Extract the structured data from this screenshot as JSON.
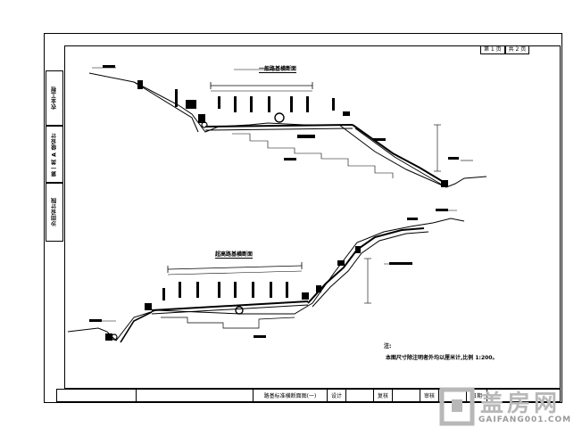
{
  "sheet": {
    "pager": {
      "sheet_no": "第 1 页",
      "total": "共 2 页"
    },
    "side_tags": [
      "农业工程",
      "第一类 A 级设计",
      "沙田设计院"
    ],
    "sections": {
      "upper": {
        "title": "一般路基横断面"
      },
      "lower": {
        "title": "超高路基横断面"
      }
    },
    "notes": {
      "heading": "注:",
      "line1": "本图尺寸除注明者外均以厘米计,比例 1:200。"
    },
    "title_block": {
      "drawing_title": "路基标准横断面图(一)",
      "design_label": "设计",
      "check_label": "复核",
      "review_label": "审核",
      "date_label": "日期"
    }
  },
  "watermark": {
    "brand_cn": "盖房网",
    "brand_en": "GAIFANG001.COM"
  }
}
